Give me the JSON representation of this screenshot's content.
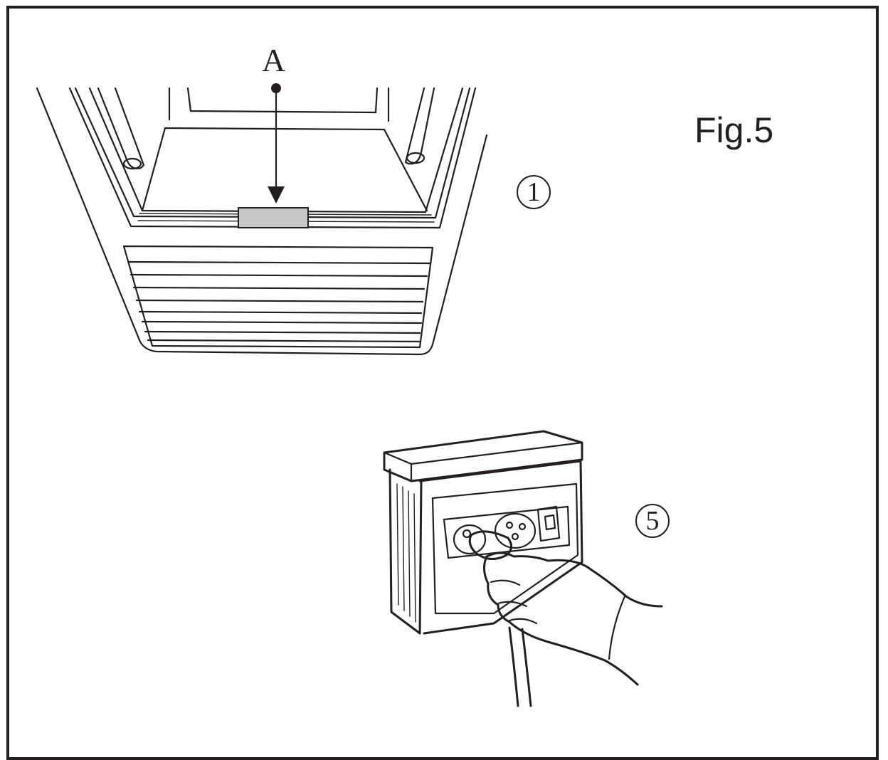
{
  "figure": {
    "label": "Fig.5",
    "callout": "A",
    "steps": [
      {
        "number": "1"
      },
      {
        "number": "5"
      }
    ],
    "colors": {
      "line": "#231f20",
      "background": "#ffffff",
      "part_fill": "#c8c8c8"
    }
  }
}
